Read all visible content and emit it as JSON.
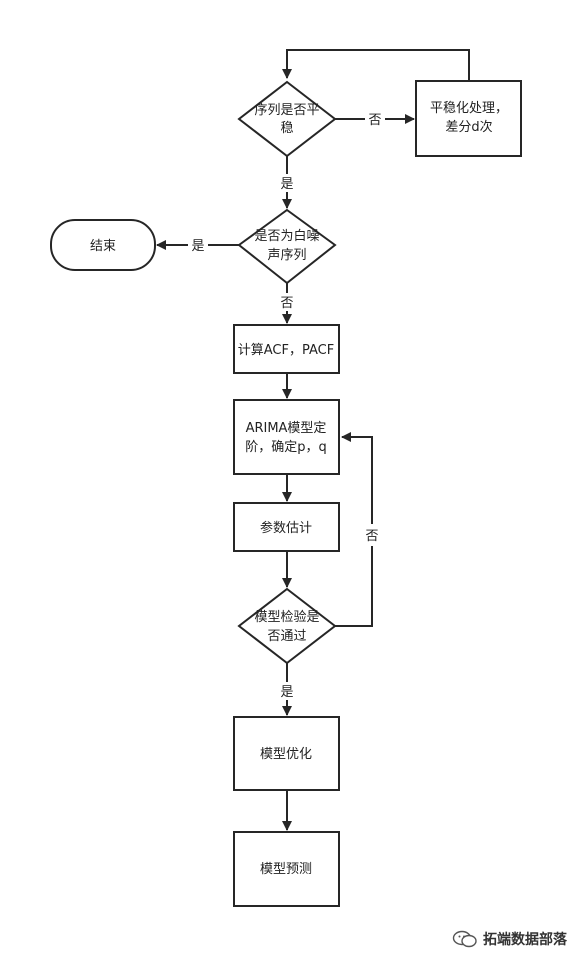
{
  "nodes": {
    "stationary_check": [
      "序列是否平",
      "稳"
    ],
    "differencing": [
      "平稳化处理，",
      "差分d次"
    ],
    "white_noise_check": [
      "是否为白噪",
      "声序列"
    ],
    "end": [
      "结束"
    ],
    "acf_pacf": [
      "计算ACF，PACF"
    ],
    "arima_order": [
      "ARIMA模型定",
      "阶，确定p，q"
    ],
    "param_estimation": [
      "参数估计"
    ],
    "model_check": [
      "模型检验是",
      "否通过"
    ],
    "model_optimize": [
      "模型优化"
    ],
    "model_forecast": [
      "模型预测"
    ]
  },
  "edges": {
    "stationary_no": "否",
    "stationary_yes": "是",
    "white_noise_yes": "是",
    "white_noise_no": "否",
    "check_no": "否",
    "check_yes": "是"
  },
  "watermark": {
    "text": "拓端数据部落",
    "icon": "wechat-icon"
  },
  "colors": {
    "stroke": "#262626",
    "background": "#ffffff"
  }
}
